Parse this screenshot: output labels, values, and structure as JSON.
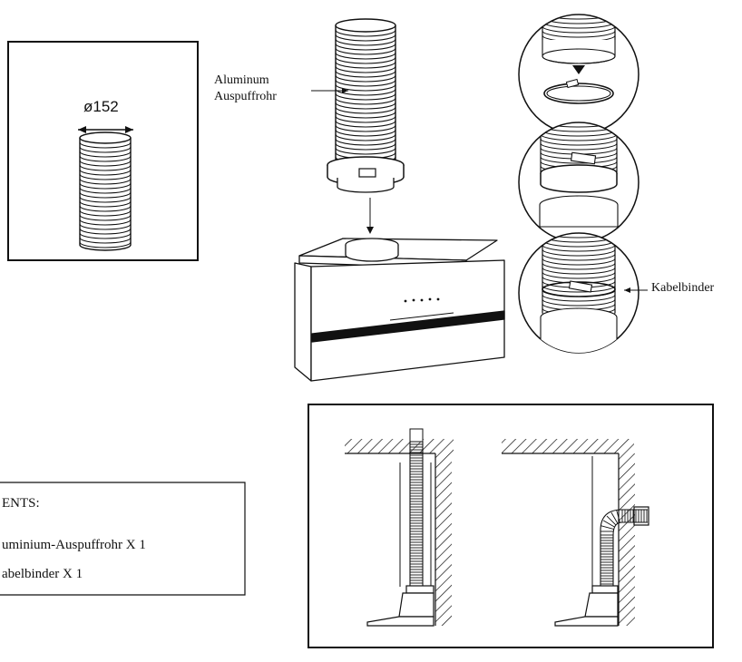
{
  "labels": {
    "diameter": "ø152",
    "pipe_label_line1": "Aluminum",
    "pipe_label_line2": "Auspuffrohr",
    "cable_tie_label": "Kabelbinder"
  },
  "components_box": {
    "heading": "ENTS:",
    "items": [
      "uminium-Auspuffrohr X 1",
      "abelbinder X 1"
    ]
  },
  "colors": {
    "line": "#111111",
    "background": "#ffffff"
  }
}
